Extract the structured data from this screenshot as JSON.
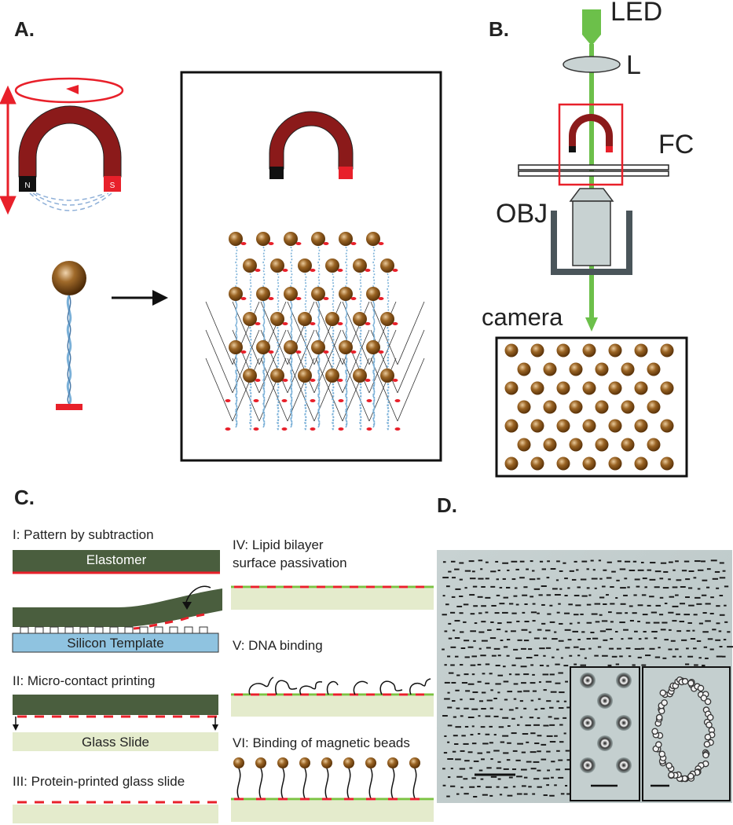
{
  "panels": {
    "a": "A.",
    "b": "B.",
    "c": "C.",
    "d": "D."
  },
  "magnet": {
    "north": "N",
    "south": "S"
  },
  "microscope": {
    "led": "LED",
    "lens": "L",
    "flow_cell": "FC",
    "objective": "OBJ",
    "camera": "camera"
  },
  "fabrication": {
    "step1": "I: Pattern by subtraction",
    "elastomer": "Elastomer",
    "silicon": "Silicon Template",
    "step2": "II: Micro-contact printing",
    "glass": "Glass Slide",
    "step3": "III: Protein-printed glass slide",
    "step4a": "IV: Lipid bilayer",
    "step4b": "surface passivation",
    "step5": "V: DNA binding",
    "step6": "VI: Binding of magnetic beads"
  },
  "colors": {
    "magnet_red": "#8b1a1a",
    "bead_brown": "#8a5a1a",
    "pattern_red": "#e8202a",
    "led_green": "#6cc04a",
    "elastomer_green": "#4a5e3e",
    "silicon_blue": "#8fc3e0",
    "glass_beige": "#e4ebcc",
    "lipid_green": "#7cc242"
  }
}
